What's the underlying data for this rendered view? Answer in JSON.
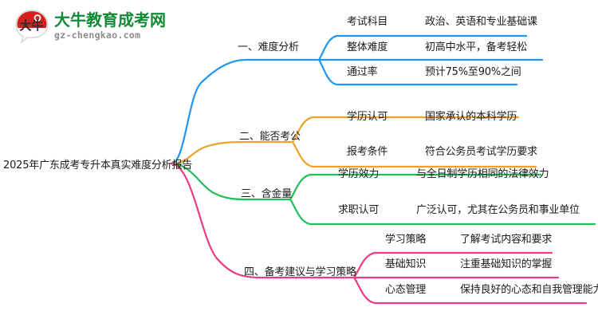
{
  "logo": {
    "mark_name": "daniu-bull-speech-bubble-logo",
    "brand_cn": "大牛教育成考网",
    "brand_url": "gz-chengkao.com",
    "brand_color": "#118a35",
    "mark_color": "#d6201f"
  },
  "mindmap": {
    "root": {
      "label": "2025年广东成考专升本真实难度分析报告"
    },
    "branches": [
      {
        "label": "一、难度分析",
        "color": "#2196f3",
        "items": [
          {
            "key": "考试科目",
            "value": "政治、英语和专业基础课"
          },
          {
            "key": "整体难度",
            "value": "初高中水平，备考轻松"
          },
          {
            "key": "通过率",
            "value": "预计75%至90%之间"
          }
        ]
      },
      {
        "label": "二、能否考公",
        "color": "#eda22a",
        "items": [
          {
            "key": "学历认可",
            "value": "国家承认的本科学历"
          },
          {
            "key": "报考条件",
            "value": "符合公务员考试学历要求"
          }
        ]
      },
      {
        "label": "三、含金量",
        "color": "#1fbe5a",
        "items": [
          {
            "key": "学历效力",
            "value": "与全日制学历相同的法律效力"
          },
          {
            "key": "求职认可",
            "value": "广泛认可，尤其在公务员和事业单位"
          }
        ]
      },
      {
        "label": "四、备考建议与学习策略",
        "color": "#ec3b83",
        "items": [
          {
            "key": "学习策略",
            "value": "了解考试内容和要求"
          },
          {
            "key": "基础知识",
            "value": "注重基础知识的掌握"
          },
          {
            "key": "心态管理",
            "value": "保持良好的心态和自我管理能力"
          }
        ]
      }
    ]
  }
}
